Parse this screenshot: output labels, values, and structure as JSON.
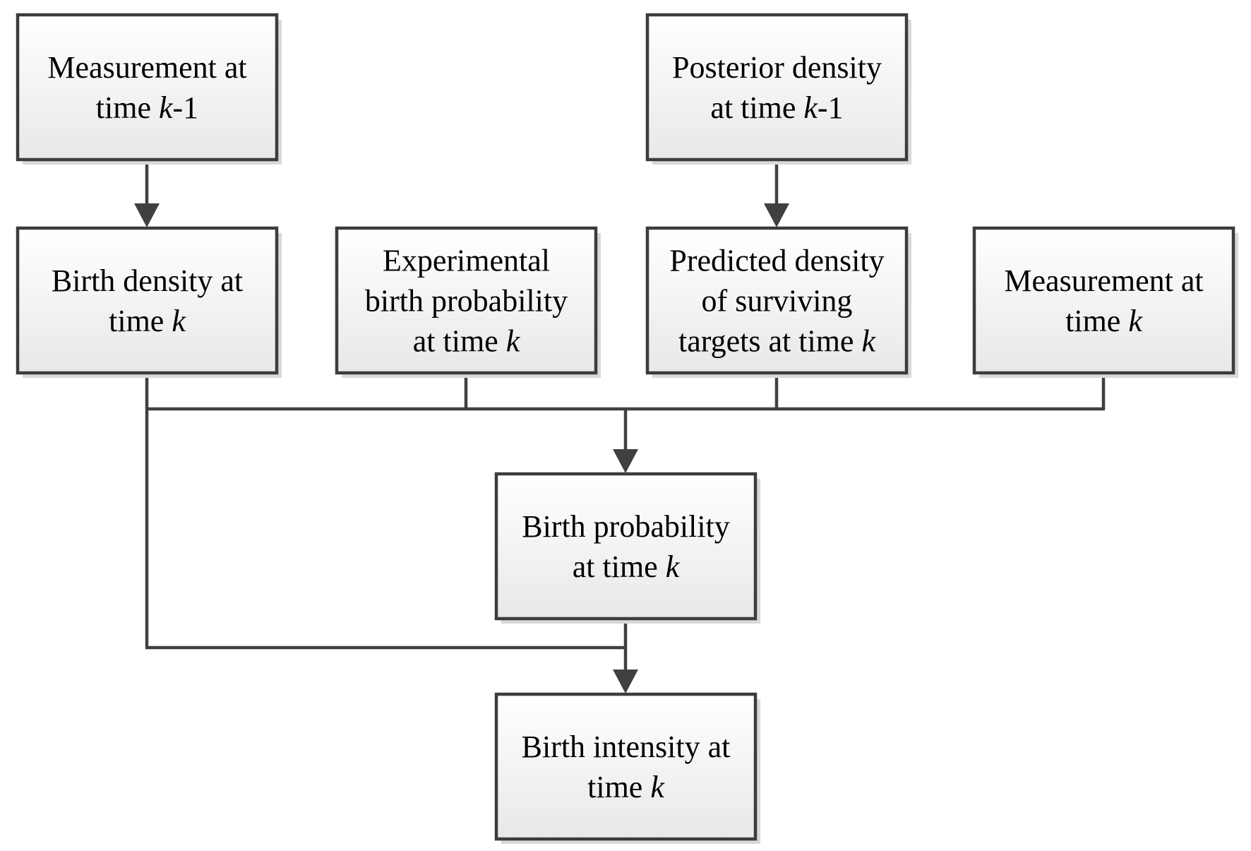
{
  "diagram": {
    "type": "flowchart",
    "colors": {
      "box_top": "#ffffff",
      "box_bottom": "#e8e8e8",
      "border": "#3c3c3c",
      "connector": "#404040",
      "shadow": "#d9d9d9"
    },
    "nodes": [
      {
        "id": "measurement-km1",
        "lines": [
          [
            {
              "t": "Measurement at"
            }
          ],
          [
            {
              "t": "time "
            },
            {
              "t": "k",
              "i": true
            },
            {
              "t": "-1"
            }
          ]
        ]
      },
      {
        "id": "posterior-density-km1",
        "lines": [
          [
            {
              "t": "Posterior density"
            }
          ],
          [
            {
              "t": "at time "
            },
            {
              "t": "k",
              "i": true
            },
            {
              "t": "-1"
            }
          ]
        ]
      },
      {
        "id": "birth-density-k",
        "lines": [
          [
            {
              "t": "Birth density at"
            }
          ],
          [
            {
              "t": "time "
            },
            {
              "t": "k",
              "i": true
            }
          ]
        ]
      },
      {
        "id": "experimental-birth-probability-k",
        "lines": [
          [
            {
              "t": "Experimental"
            }
          ],
          [
            {
              "t": "birth probability"
            }
          ],
          [
            {
              "t": "at time "
            },
            {
              "t": "k",
              "i": true
            }
          ]
        ]
      },
      {
        "id": "predicted-density-surviving-k",
        "lines": [
          [
            {
              "t": "Predicted density"
            }
          ],
          [
            {
              "t": "of surviving"
            }
          ],
          [
            {
              "t": "targets at time "
            },
            {
              "t": "k",
              "i": true
            }
          ]
        ]
      },
      {
        "id": "measurement-k",
        "lines": [
          [
            {
              "t": "Measurement at"
            }
          ],
          [
            {
              "t": "time "
            },
            {
              "t": "k",
              "i": true
            }
          ]
        ]
      },
      {
        "id": "birth-probability-k",
        "lines": [
          [
            {
              "t": "Birth probability"
            }
          ],
          [
            {
              "t": "at time "
            },
            {
              "t": "k",
              "i": true
            }
          ]
        ]
      },
      {
        "id": "birth-intensity-k",
        "lines": [
          [
            {
              "t": "Birth intensity at"
            }
          ],
          [
            {
              "t": "time "
            },
            {
              "t": "k",
              "i": true
            }
          ]
        ]
      }
    ],
    "edges": [
      {
        "from": [
          "measurement-km1"
        ],
        "to": "birth-density-k"
      },
      {
        "from": [
          "posterior-density-km1"
        ],
        "to": "predicted-density-surviving-k"
      },
      {
        "from": [
          "birth-density-k",
          "experimental-birth-probability-k",
          "predicted-density-surviving-k",
          "measurement-k"
        ],
        "to": "birth-probability-k"
      },
      {
        "from": [
          "birth-density-k",
          "birth-probability-k"
        ],
        "to": "birth-intensity-k"
      }
    ]
  }
}
